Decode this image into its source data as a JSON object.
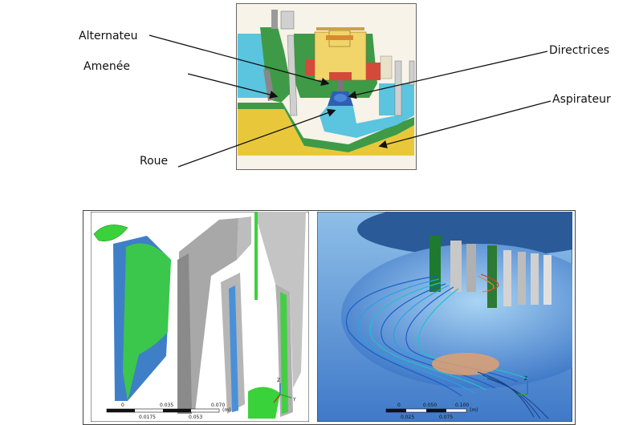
{
  "labels": {
    "alternateur": "Alternateu",
    "amenee": "Amenée",
    "roue": "Roue",
    "directrices": "Directrices",
    "aspirateur": "Aspirateur"
  },
  "colors": {
    "water": "#5bc4de",
    "concrete_green": "#3e9a46",
    "building_yellow": "#f1d46a",
    "ground_yellow": "#e8c83a",
    "turbine_blue": "#2f5fb0",
    "blade_green": "#3ad23a",
    "blade_grey": "#a8a8a8",
    "cfd_bg": "#3f79c8"
  },
  "scale_left": {
    "top_ticks": [
      "0",
      "0.035",
      "0.070"
    ],
    "bottom_ticks": [
      "0.0175",
      "0.053"
    ],
    "unit": "(m)",
    "axis_y": "Y",
    "axis_z": "Z"
  },
  "scale_right": {
    "top_ticks": [
      "0",
      "0.050",
      "0.100"
    ],
    "bottom_ticks": [
      "0.025",
      "0.075"
    ],
    "unit": "(m)",
    "axis_z": "Z"
  }
}
